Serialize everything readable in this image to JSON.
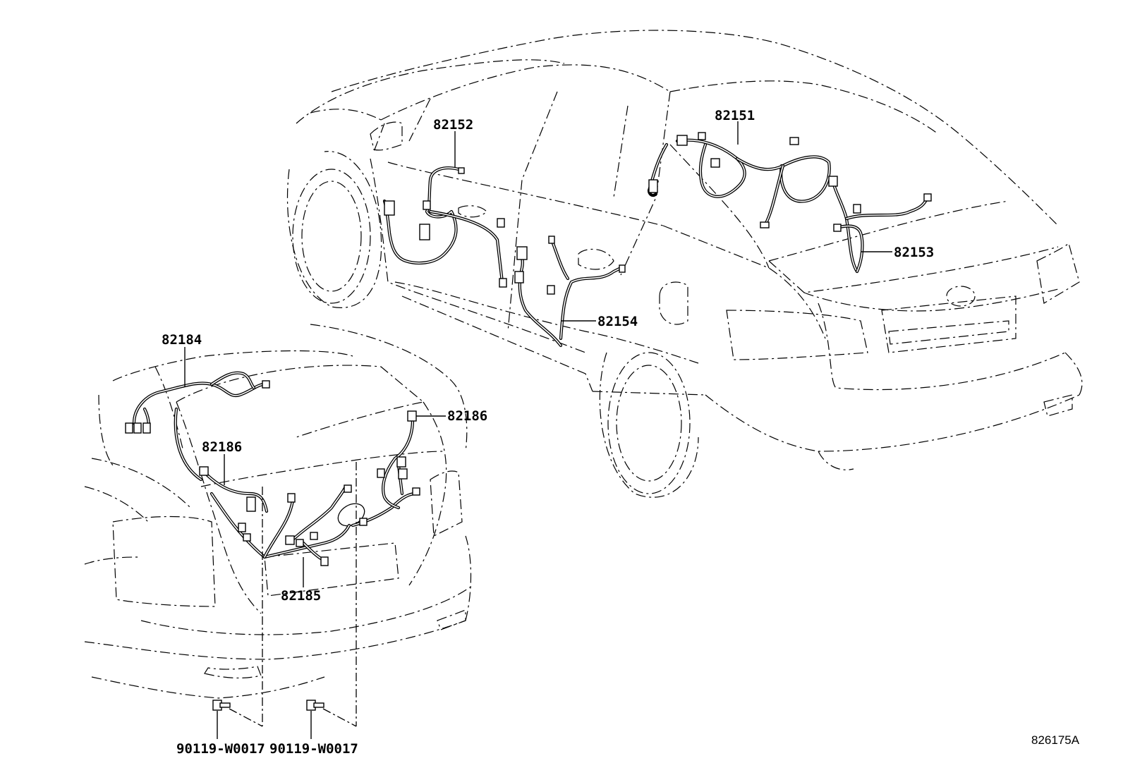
{
  "parts": {
    "front_door_harness": "82152",
    "roof_harness": "82151",
    "luggage_room_harness": "82153",
    "rear_door_harness": "82154",
    "rear_window_harness": "82184",
    "trunk_harness_right": "82186",
    "trunk_harness_left": "82186",
    "trunk_lid_harness": "82185"
  },
  "fasteners": {
    "bolt_left": "90119-W0017",
    "bolt_right": "90119-W0017"
  },
  "figure_ref": "826175A"
}
